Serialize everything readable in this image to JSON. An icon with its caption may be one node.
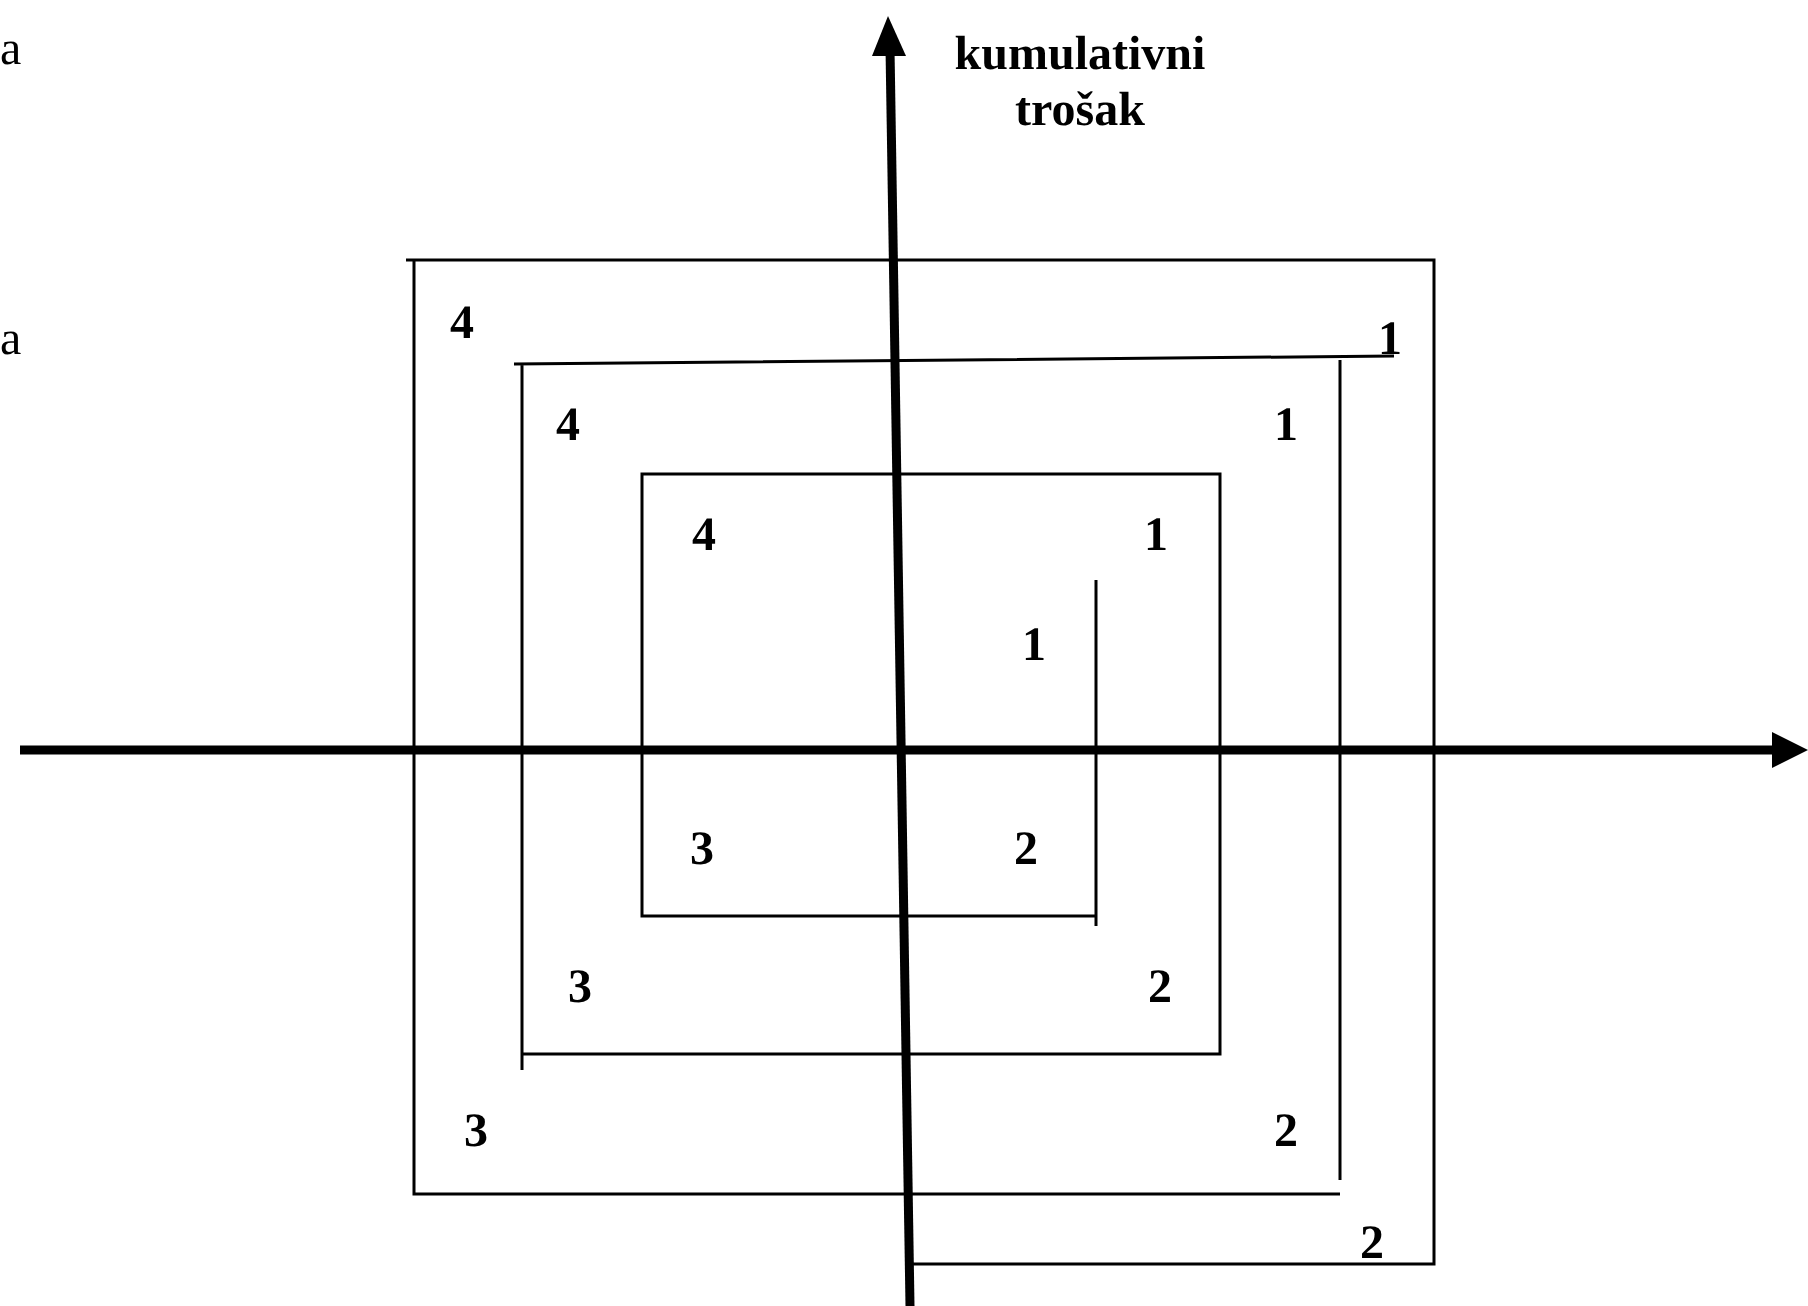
{
  "diagram": {
    "labels": [
      "a",
      "kumulativni trošak",
      "4",
      "a",
      "1",
      "4",
      "1",
      "4",
      "1",
      "1",
      "3",
      "2",
      "3",
      "2",
      "3",
      "2",
      "2"
    ]
  }
}
